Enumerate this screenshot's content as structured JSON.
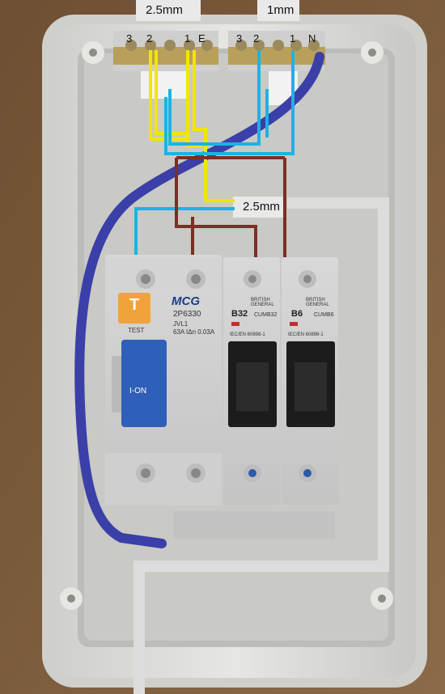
{
  "labels": {
    "top_left_gauge": "2.5mm",
    "top_right_gauge": "1mm",
    "middle_gauge": "2.5mm"
  },
  "terminals": {
    "left_block": [
      "3",
      "2",
      "1",
      "E"
    ],
    "right_block": [
      "3",
      "2",
      "1",
      "N"
    ]
  },
  "rcd": {
    "brand": "MCG",
    "model": "2P6330",
    "spec_line1": "JVL1",
    "spec_line2": "63A  IΔn 0.03A",
    "test_button": "T",
    "test_label": "TEST",
    "on_label": "I-ON"
  },
  "mcb1": {
    "brand": "BRITISH GENERAL",
    "rating": "B32",
    "model": "CUMB32",
    "standard": "IEC/EN 60898-1"
  },
  "mcb2": {
    "brand": "BRITISH GENERAL",
    "rating": "B6",
    "model": "CUMB6",
    "standard": "IEC/EN 60898-1"
  },
  "colors": {
    "earth_wire": "#f2e600",
    "neutral_wire": "#19b4e6",
    "live_wire": "#7a3025",
    "flex_cable": "#3b3fa8",
    "enclosure": "#d9d9d6",
    "annotation_route": "#dddddd"
  }
}
